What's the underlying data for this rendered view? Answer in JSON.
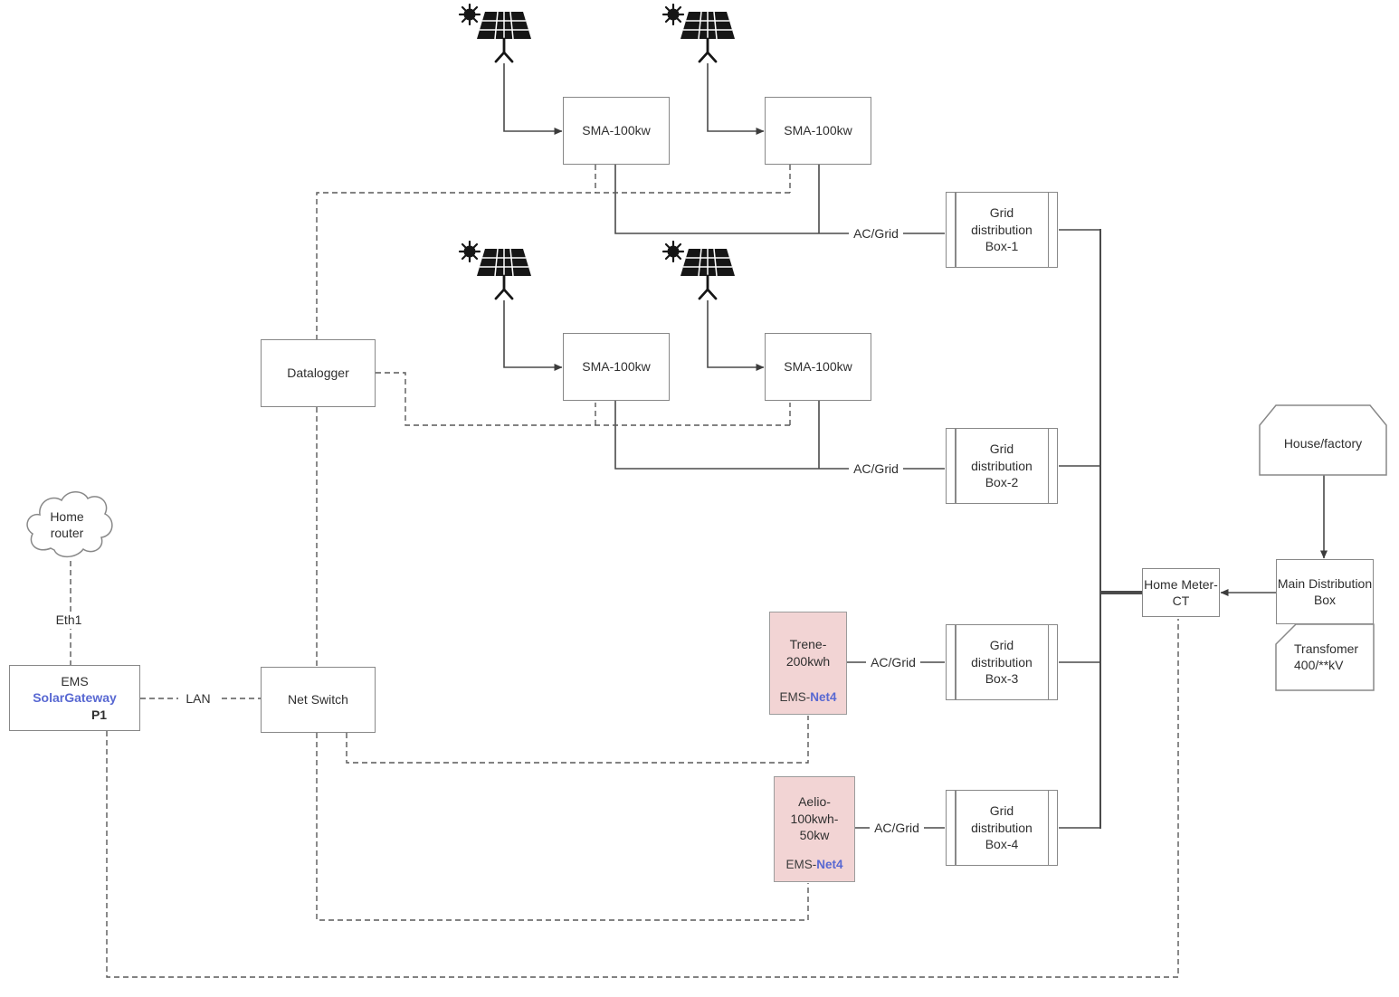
{
  "nodes": {
    "home_router": {
      "label": "Home router"
    },
    "ems_gateway": {
      "title": "EMS",
      "name": "SolarGateway",
      "port": "P1"
    },
    "net_switch": {
      "label": "Net Switch"
    },
    "datalogger": {
      "label": "Datalogger"
    },
    "inverters": [
      {
        "label": "SMA-100kw"
      },
      {
        "label": "SMA-100kw"
      },
      {
        "label": "SMA-100kw"
      },
      {
        "label": "SMA-100kw"
      }
    ],
    "grid_boxes": [
      {
        "label": "Grid distribution Box-1"
      },
      {
        "label": "Grid distribution Box-2"
      },
      {
        "label": "Grid distribution Box-3"
      },
      {
        "label": "Grid distribution Box-4"
      }
    ],
    "battery_trene": {
      "label": "Trene-200kwh",
      "ems_prefix": "EMS-",
      "ems_net": "Net4"
    },
    "battery_aelio": {
      "label": "Aelio-100kwh-50kw",
      "ems_prefix": "EMS-",
      "ems_net": "Net4"
    },
    "home_meter": {
      "label": "Home Meter-CT"
    },
    "main_distribution_box": {
      "label": "Main Distribution Box"
    },
    "transformer": {
      "label": "Transfomer 400/**kV"
    },
    "house_factory": {
      "label": "House/factory"
    }
  },
  "edge_labels": {
    "ac_grid": "AC/Grid",
    "eth1": "Eth1",
    "lan": "LAN"
  },
  "colors": {
    "accent_blue": "#5868d2",
    "battery_fill": "#f2d4d4",
    "line": "#4a4a4a"
  }
}
